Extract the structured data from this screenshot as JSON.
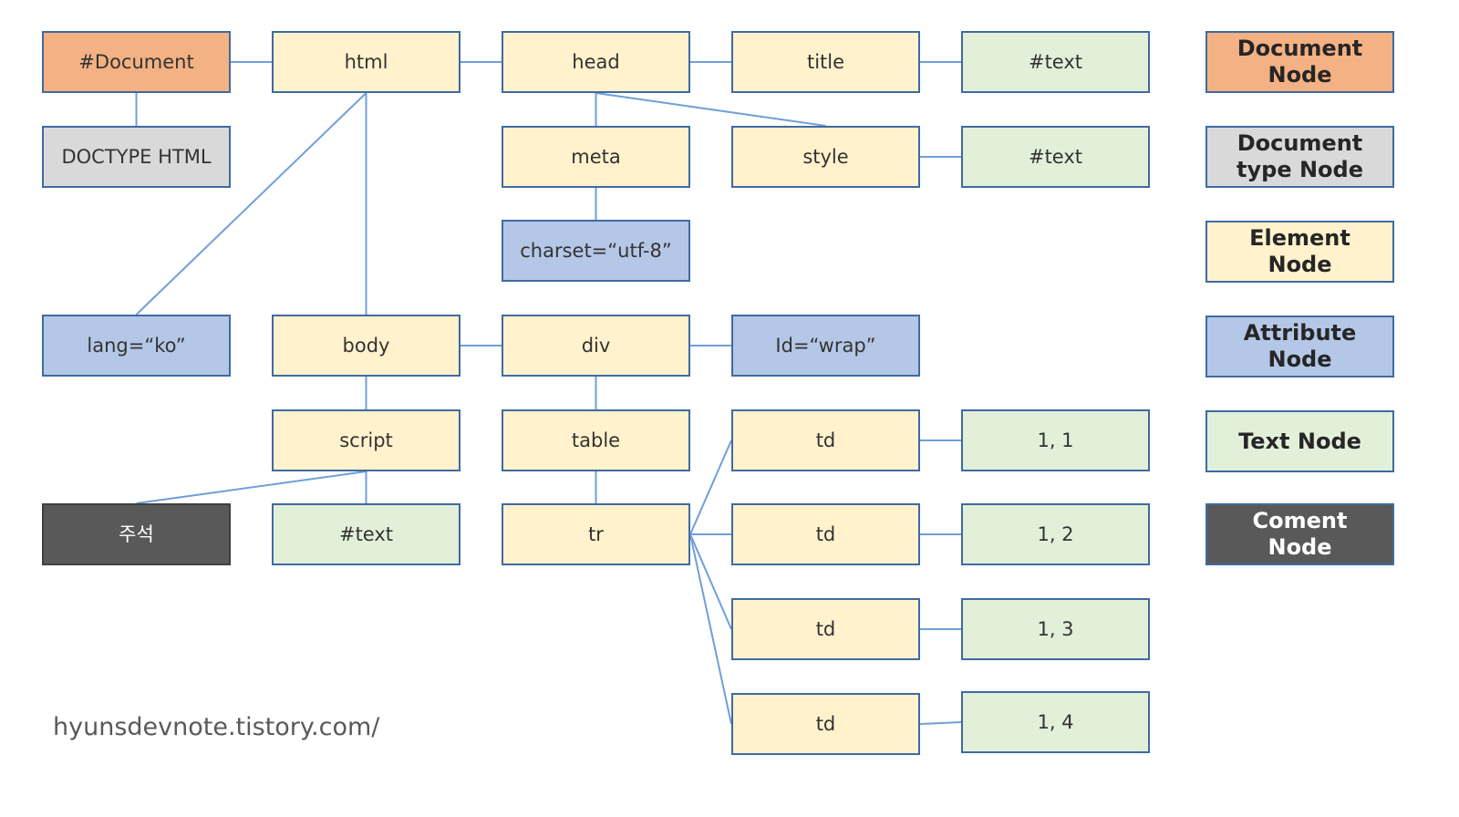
{
  "colors": {
    "document": "#f4b183",
    "doctype": "#d9d9d9",
    "element": "#fff2cc",
    "attribute": "#b4c7e7",
    "text": "#e2f0d9",
    "comment": "#595959",
    "border": "#3f6aa3",
    "edge": "#6f9fd8"
  },
  "nodes": [
    {
      "id": "document",
      "label": "#Document",
      "kind": "document"
    },
    {
      "id": "doctype",
      "label": "DOCTYPE HTML",
      "kind": "doctype"
    },
    {
      "id": "html",
      "label": "html",
      "kind": "element"
    },
    {
      "id": "head",
      "label": "head",
      "kind": "element"
    },
    {
      "id": "title",
      "label": "title",
      "kind": "element"
    },
    {
      "id": "title-text",
      "label": "#text",
      "kind": "text"
    },
    {
      "id": "meta",
      "label": "meta",
      "kind": "element"
    },
    {
      "id": "style",
      "label": "style",
      "kind": "element"
    },
    {
      "id": "style-text",
      "label": "#text",
      "kind": "text"
    },
    {
      "id": "charset",
      "label": "charset=“utf-8”",
      "kind": "attribute"
    },
    {
      "id": "lang",
      "label": "lang=“ko”",
      "kind": "attribute"
    },
    {
      "id": "body",
      "label": "body",
      "kind": "element"
    },
    {
      "id": "div",
      "label": "div",
      "kind": "element"
    },
    {
      "id": "id-wrap",
      "label": "Id=“wrap”",
      "kind": "attribute"
    },
    {
      "id": "script",
      "label": "script",
      "kind": "element"
    },
    {
      "id": "table",
      "label": "table",
      "kind": "element"
    },
    {
      "id": "comment",
      "label": "주석",
      "kind": "comment"
    },
    {
      "id": "script-text",
      "label": "#text",
      "kind": "text"
    },
    {
      "id": "tr",
      "label": "tr",
      "kind": "element"
    },
    {
      "id": "td1",
      "label": "td",
      "kind": "element"
    },
    {
      "id": "td2",
      "label": "td",
      "kind": "element"
    },
    {
      "id": "td3",
      "label": "td",
      "kind": "element"
    },
    {
      "id": "td4",
      "label": "td",
      "kind": "element"
    },
    {
      "id": "cell11",
      "label": "1, 1",
      "kind": "text"
    },
    {
      "id": "cell12",
      "label": "1, 2",
      "kind": "text"
    },
    {
      "id": "cell13",
      "label": "1, 3",
      "kind": "text"
    },
    {
      "id": "cell14",
      "label": "1, 4",
      "kind": "text"
    }
  ],
  "edges": [
    [
      "document",
      "html"
    ],
    [
      "document",
      "doctype"
    ],
    [
      "html",
      "head"
    ],
    [
      "head",
      "title"
    ],
    [
      "title",
      "title-text"
    ],
    [
      "head",
      "meta"
    ],
    [
      "head",
      "style"
    ],
    [
      "style",
      "style-text"
    ],
    [
      "meta",
      "charset"
    ],
    [
      "html",
      "lang"
    ],
    [
      "html",
      "body"
    ],
    [
      "body",
      "div"
    ],
    [
      "div",
      "id-wrap"
    ],
    [
      "body",
      "script"
    ],
    [
      "div",
      "table"
    ],
    [
      "script",
      "comment"
    ],
    [
      "script",
      "script-text"
    ],
    [
      "table",
      "tr"
    ],
    [
      "tr",
      "td1"
    ],
    [
      "tr",
      "td2"
    ],
    [
      "tr",
      "td3"
    ],
    [
      "tr",
      "td4"
    ],
    [
      "td1",
      "cell11"
    ],
    [
      "td2",
      "cell12"
    ],
    [
      "td3",
      "cell13"
    ],
    [
      "td4",
      "cell14"
    ]
  ],
  "legend": [
    {
      "kind": "document",
      "label": "Document Node"
    },
    {
      "kind": "doctype",
      "label": "Document type Node"
    },
    {
      "kind": "element",
      "label": "Element Node"
    },
    {
      "kind": "attribute",
      "label": "Attribute Node"
    },
    {
      "kind": "text",
      "label": "Text Node"
    },
    {
      "kind": "comment",
      "label": "Coment Node"
    }
  ],
  "watermark": "hyunsdevnote.tistory.com/"
}
